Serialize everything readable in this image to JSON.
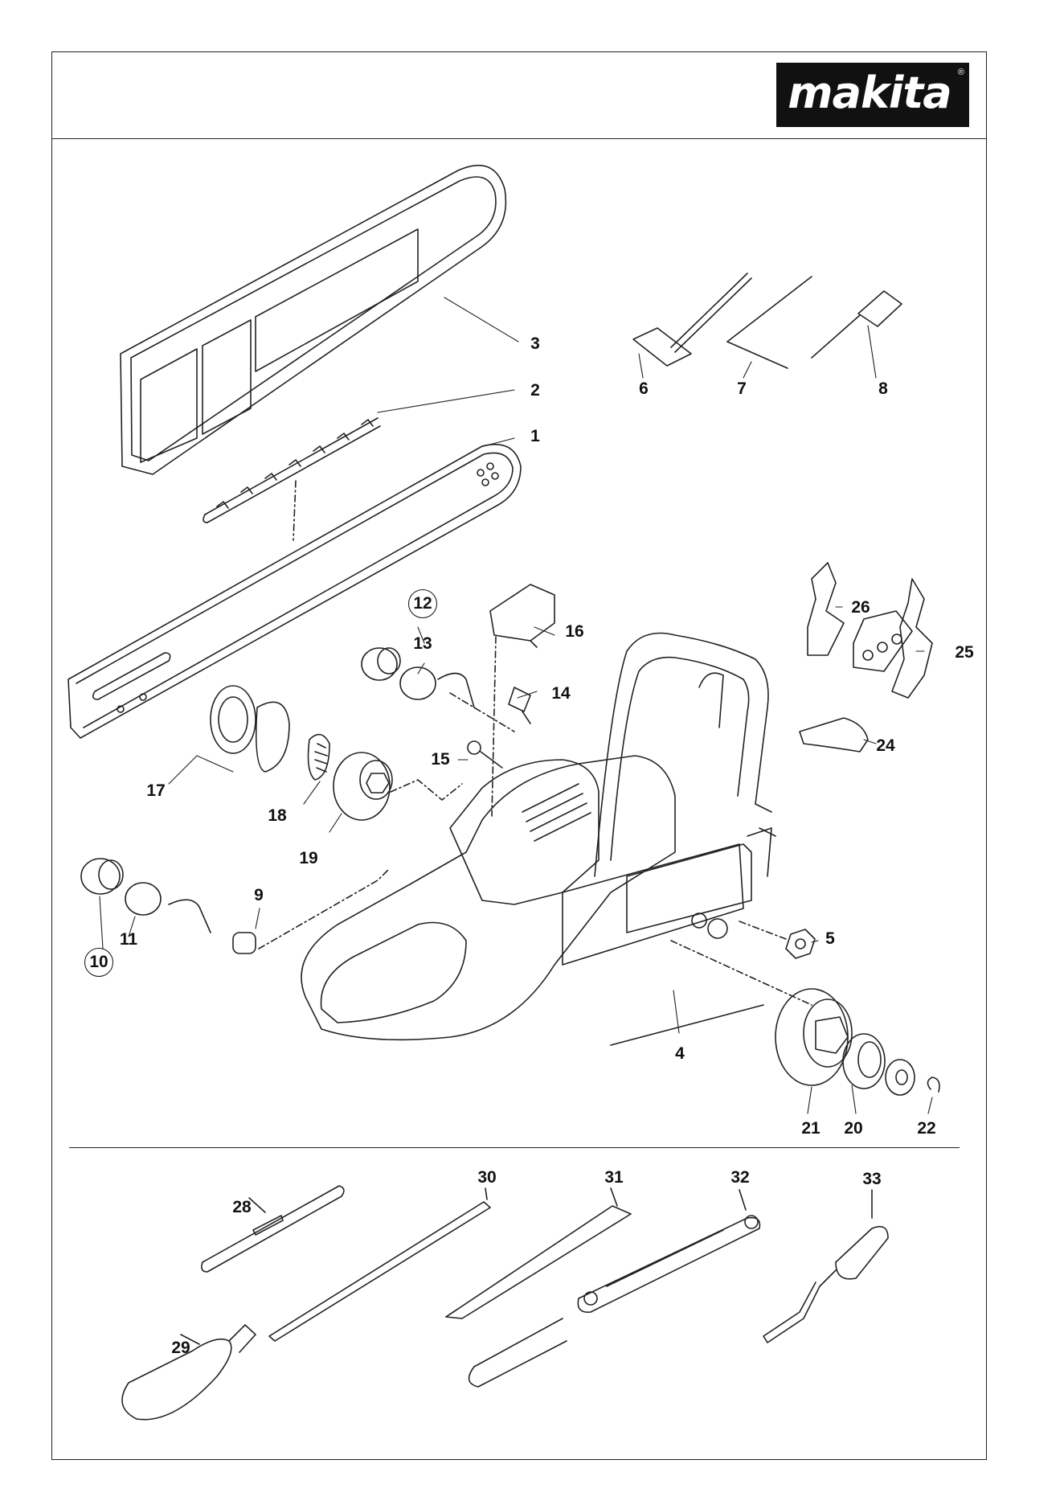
{
  "brand": {
    "name": "makita",
    "registered_mark": "®"
  },
  "callouts": {
    "c1": "1",
    "c2": "2",
    "c3": "3",
    "c4": "4",
    "c5": "5",
    "c6": "6",
    "c7": "7",
    "c8": "8",
    "c9": "9",
    "c10": "10",
    "c11": "11",
    "c12": "12",
    "c13": "13",
    "c14": "14",
    "c15": "15",
    "c16": "16",
    "c17": "17",
    "c18": "18",
    "c19": "19",
    "c20": "20",
    "c21": "21",
    "c22": "22",
    "c24": "24",
    "c25": "25",
    "c26": "26",
    "c28": "28",
    "c29": "29",
    "c30": "30",
    "c31": "31",
    "c32": "32",
    "c33": "33"
  },
  "colors": {
    "line": "#222222",
    "background": "#ffffff",
    "logo_bg": "#111111"
  }
}
